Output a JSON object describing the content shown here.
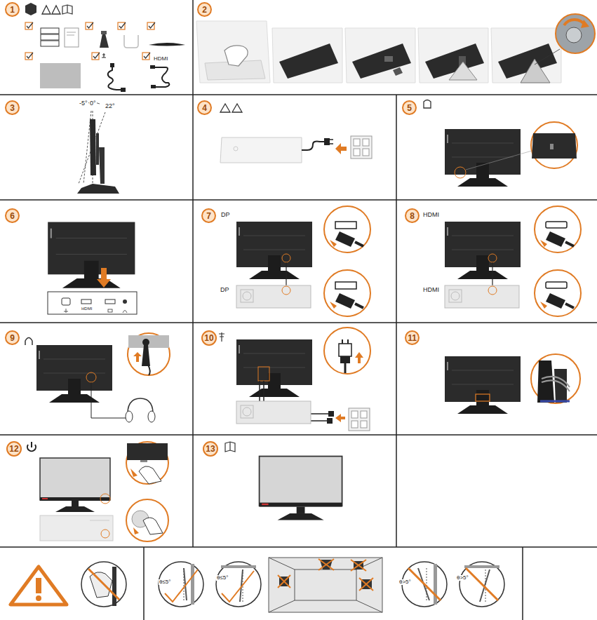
{
  "diagram": {
    "nodes": [
      {
        "text": [
          "1"
        ]
      },
      {
        "text": [
          "2"
        ]
      },
      {
        "text": [
          "3"
        ]
      },
      {
        "text": [
          "4"
        ]
      },
      {
        "text": [
          "5"
        ]
      },
      {
        "text": [
          "6"
        ]
      },
      {
        "text": [
          "7"
        ]
      },
      {
        "text": [
          "8"
        ]
      },
      {
        "text": [
          "9"
        ]
      },
      {
        "text": [
          "10"
        ]
      },
      {
        "text": [
          "11"
        ]
      },
      {
        "text": [
          "12"
        ]
      },
      {
        "text": [
          "13"
        ]
      }
    ],
    "edges": [],
    "labels": [
      "HDMI",
      "-5°",
      "0°",
      "22°",
      "DP",
      "DP",
      "HDMI",
      "HDMI",
      "HDMI",
      "θ≤5°",
      "θ≤5°",
      "θ>5°",
      "θ>5°"
    ]
  }
}
